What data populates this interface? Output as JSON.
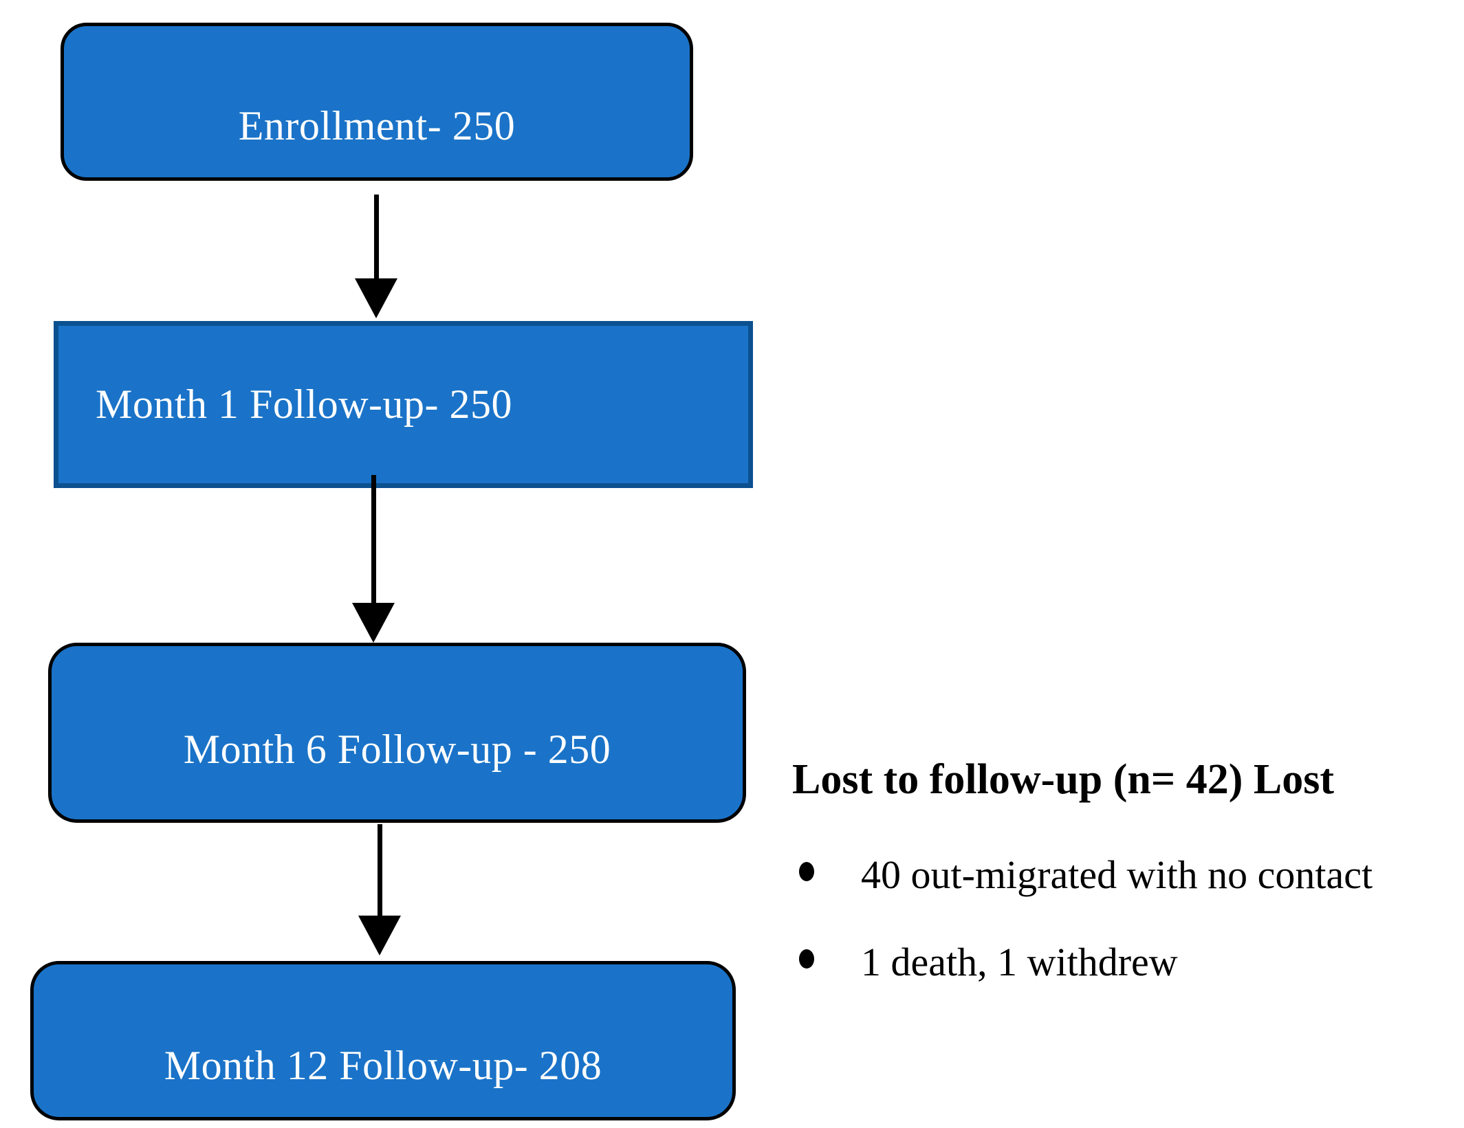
{
  "figure": {
    "title": "Study enrollment and follow-up flow diagram",
    "background_color": "#ffffff",
    "colors": {
      "node_fill": "#1a73c8",
      "rounded_node_border": "#000000",
      "rectangle_node_border": "#0b5190",
      "node_text": "#ffffff",
      "arrow": "#000000",
      "annotation_text": "#000000"
    },
    "nodes": [
      {
        "id": "enrollment",
        "label": "Enrollment- 250",
        "shape": "rounded"
      },
      {
        "id": "month-1",
        "label": "Month 1 Follow-up- 250",
        "shape": "rectangle"
      },
      {
        "id": "month-6",
        "label": "Month 6 Follow-up - 250",
        "shape": "rounded"
      },
      {
        "id": "month-12",
        "label": "Month 12 Follow-up- 208",
        "shape": "rounded"
      }
    ],
    "arrows": [
      {
        "from": "enrollment",
        "to": "month-1",
        "direction": "down"
      },
      {
        "from": "month-1",
        "to": "month-6",
        "direction": "down"
      },
      {
        "from": "month-6",
        "to": "month-12",
        "direction": "down"
      }
    ],
    "annotation": {
      "heading": "Lost to follow-up (n= 42) Lost",
      "bullets": [
        "40 out-migrated with no contact",
        "1 death, 1 withdrew"
      ]
    }
  }
}
